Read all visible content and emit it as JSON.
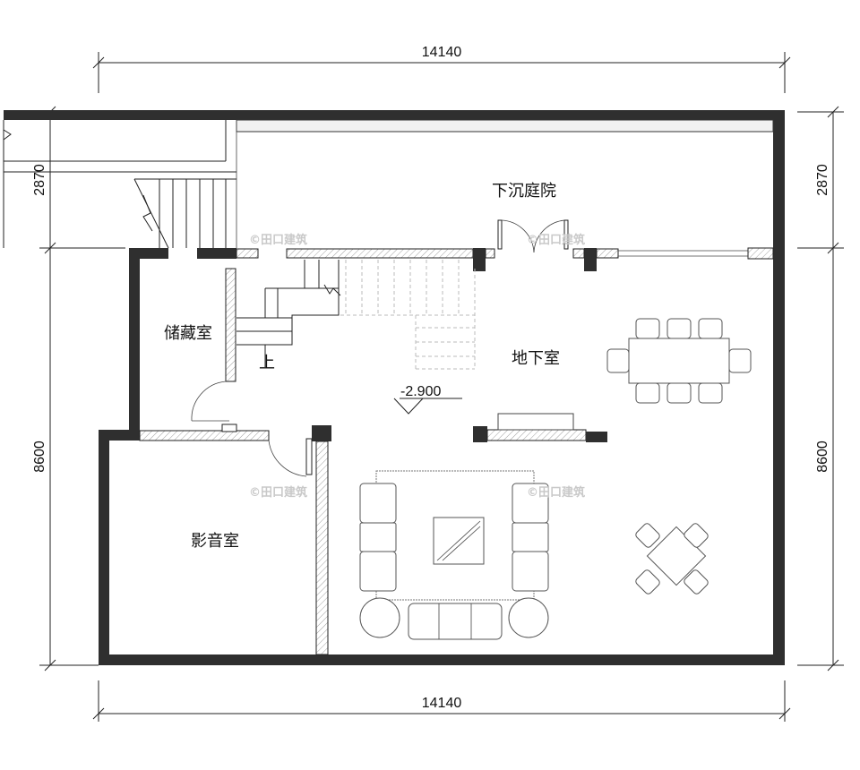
{
  "dimensions": {
    "top": "14140",
    "bottom": "14140",
    "left_upper": "2870",
    "left_lower": "8600",
    "right_upper": "2870",
    "right_lower": "8600"
  },
  "rooms": {
    "courtyard": "下沉庭院",
    "storage": "储藏室",
    "basement": "地下室",
    "theater": "影音室"
  },
  "stair_label": "上",
  "elevation": "-2.900",
  "watermark": "©田口建筑",
  "colors": {
    "wall": "#2f2f2f",
    "line": "#222222",
    "furniture": "#555555",
    "background": "#ffffff"
  }
}
